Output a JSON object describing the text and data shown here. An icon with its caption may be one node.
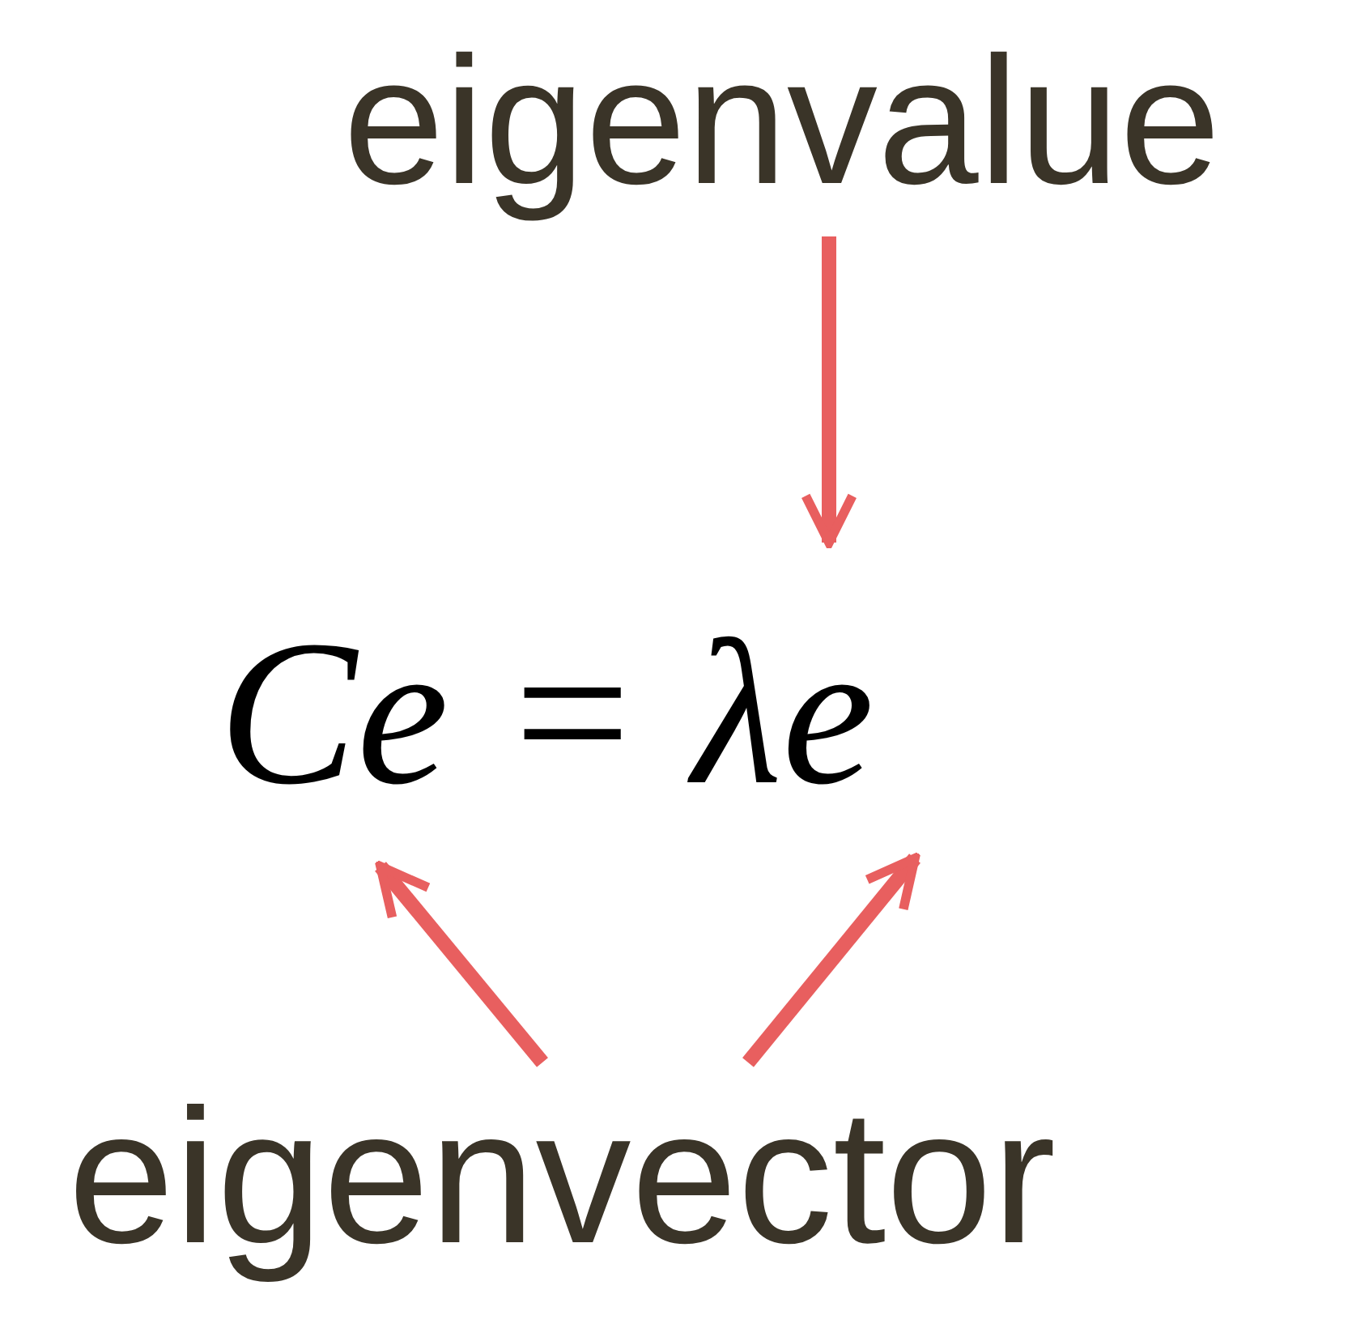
{
  "diagram": {
    "nodes": [
      {
        "text": [
          "eigenvalue"
        ]
      },
      {
        "text": [
          "eigenvector"
        ]
      }
    ],
    "edges": [
      {
        "from": 0,
        "to": null,
        "arrow": "to"
      },
      {
        "from": 1,
        "to": null,
        "arrow": "to"
      },
      {
        "from": 1,
        "to": null,
        "arrow": "to"
      }
    ],
    "labels": [
      "Ce = λe"
    ]
  }
}
